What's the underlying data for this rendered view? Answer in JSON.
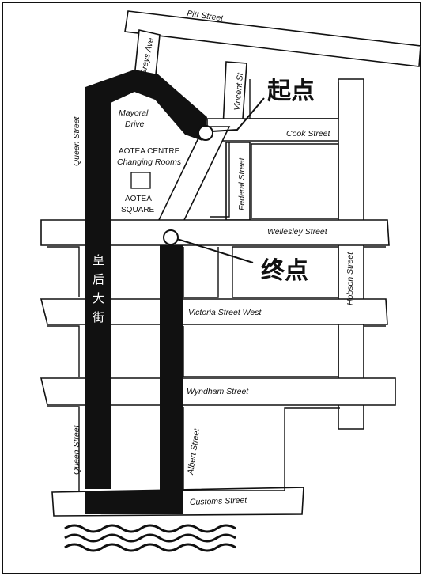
{
  "streets": {
    "pitt": "Pitt Street",
    "greys": "Greys Ave",
    "vincent": "Vincent St",
    "cook": "Cook Street",
    "federal": "Federal Street",
    "wellesley": "Wellesley Street",
    "hobson": "Hobson Street",
    "victoria": "Victoria Street West",
    "wyndham": "Wyndham Street",
    "albert": "Albert Street",
    "customs": "Customs Street",
    "queen_top": "Queen Street",
    "queen_bottom": "Queen Street"
  },
  "places": {
    "mayoral_line1": "Mayoral",
    "mayoral_line2": "Drive",
    "aotea_line1": "AOTEA CENTRE",
    "aotea_line2": "Changing Rooms",
    "square_line1": "AOTEA",
    "square_line2": "SQUARE"
  },
  "markers": {
    "start": "起点",
    "finish": "终点"
  },
  "route_label": [
    "皇",
    "后",
    "大",
    "街"
  ],
  "colors": {
    "route": "#111111",
    "background": "#ffffff"
  }
}
